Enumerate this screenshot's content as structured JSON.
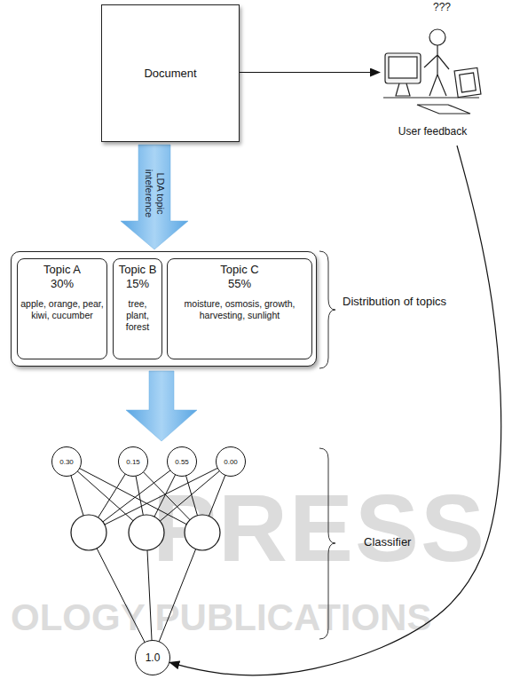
{
  "diagram": {
    "nodes": [
      {
        "text": [
          "Document"
        ]
      },
      {
        "text": [
          "???",
          "User feedback"
        ]
      },
      {
        "text": [
          "Distribution of topics"
        ]
      },
      {
        "text": [
          "Topic A",
          "30%",
          "apple, orange, pear, kiwi, cucumber"
        ],
        "in": 2
      },
      {
        "text": [
          "Topic B",
          "15%",
          "tree, plant, forest"
        ],
        "in": 2
      },
      {
        "text": [
          "Topic C",
          "55%",
          "moisture, osmosis, growth, harvesting, sunlight"
        ],
        "in": 2
      },
      {
        "text": [
          "0.30"
        ]
      },
      {
        "text": [
          "0.15"
        ]
      },
      {
        "text": [
          "0.55"
        ]
      },
      {
        "text": [
          "0.00"
        ]
      },
      {
        "text": [
          "1.0"
        ]
      }
    ],
    "edges": [
      {
        "from": 0,
        "to": 1,
        "arrow": "to"
      },
      {
        "from": 0,
        "to": 2,
        "label": "LDA topic inteference",
        "arrow": "to"
      },
      {
        "from": 1,
        "to": 10,
        "arrow": "to"
      }
    ],
    "labels": [
      "Classifier",
      "PRESS",
      "OLOGY PUBLICATIONS"
    ]
  }
}
